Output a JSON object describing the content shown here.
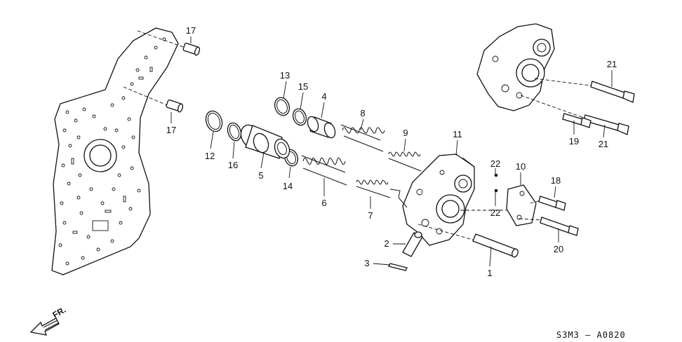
{
  "diagram": {
    "figure_code": "S3M3 — A0820",
    "direction_label": "FR.",
    "callouts": {
      "c1": "1",
      "c2": "2",
      "c3": "3",
      "c4": "4",
      "c5": "5",
      "c6": "6",
      "c7": "7",
      "c8": "8",
      "c9": "9",
      "c10": "10",
      "c11": "11",
      "c12": "12",
      "c13": "13",
      "c14": "14",
      "c15": "15",
      "c16": "16",
      "c17a": "17",
      "c17b": "17",
      "c18": "18",
      "c19": "19",
      "c20": "20",
      "c21a": "21",
      "c21b": "21",
      "c22a": "22",
      "c22b": "22"
    }
  }
}
